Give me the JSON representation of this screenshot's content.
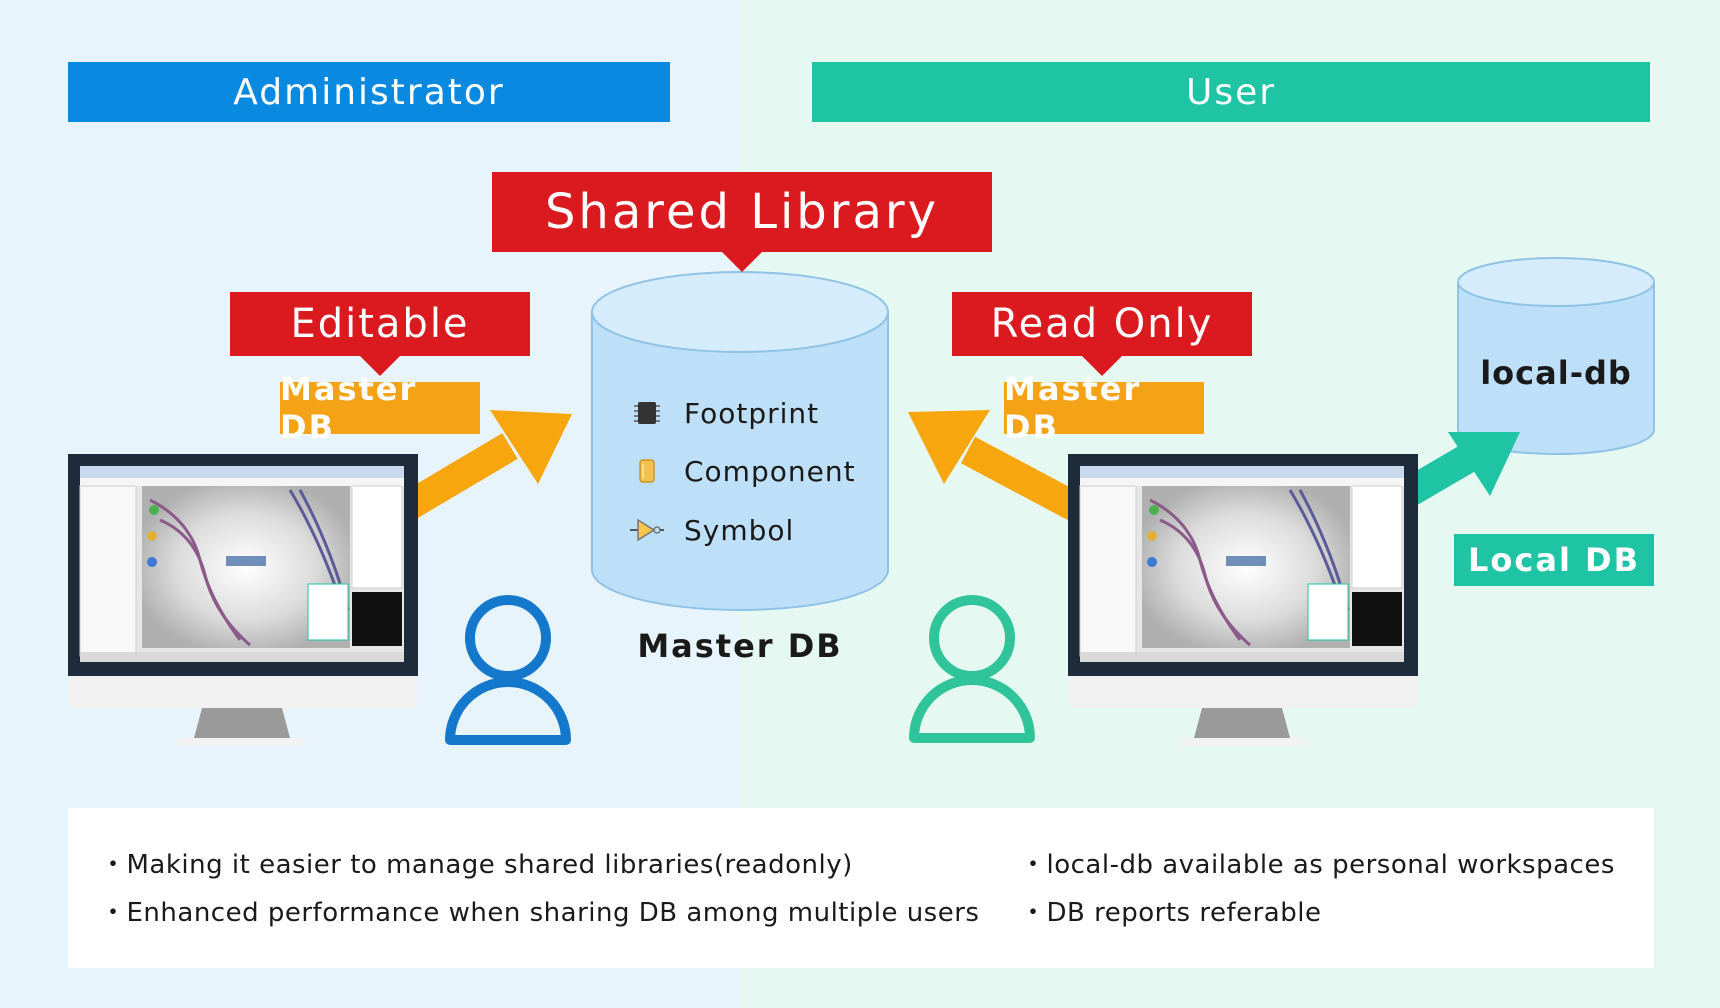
{
  "headers": {
    "admin": "Administrator",
    "user": "User"
  },
  "callouts": {
    "shared_library": "Shared Library",
    "editable": "Editable",
    "read_only": "Read Only"
  },
  "tags": {
    "master_db_left": "Master DB",
    "master_db_right": "Master DB",
    "local_db": "Local DB"
  },
  "master_db": {
    "items": [
      {
        "label": "Footprint",
        "icon": "chip-icon"
      },
      {
        "label": "Component",
        "icon": "component-icon"
      },
      {
        "label": "Symbol",
        "icon": "symbol-icon"
      }
    ],
    "caption": "Master DB"
  },
  "local_db": {
    "label": "local-db"
  },
  "notes": [
    "・Making it easier to manage shared libraries(readonly)",
    "・Enhanced performance when sharing DB among multiple users",
    "・local-db available as personal workspaces",
    "・DB reports referable"
  ],
  "colors": {
    "admin_blue": "#0a89e0",
    "user_teal": "#1fc4a4",
    "callout_red": "#db1a1f",
    "arrow_orange": "#f8a60e",
    "db_fill": "#bde0f8"
  }
}
